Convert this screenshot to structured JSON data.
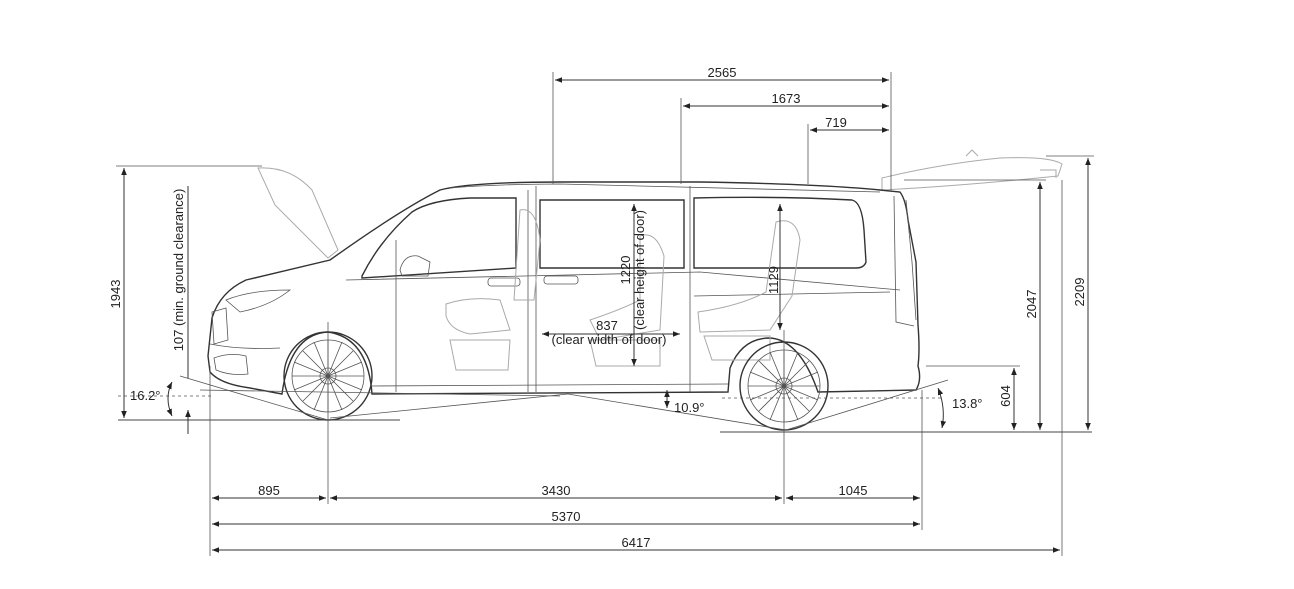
{
  "top_dimensions": {
    "d2565": "2565",
    "d1673": "1673",
    "d719": "719"
  },
  "vertical_dimensions": {
    "d1943": "1943",
    "ground_clearance": "107  (min. ground clearance)",
    "d2047": "2047",
    "d2209": "2209",
    "d604": "604"
  },
  "door": {
    "clear_height_value": "1220",
    "clear_height_label": "(clear height of door)",
    "clear_width_value": "837",
    "clear_width_label": "(clear width of door)",
    "d1129": "1129"
  },
  "angles": {
    "front": "16.2°",
    "ramp": "10.9°",
    "rear": "13.8°"
  },
  "bottom_dimensions": {
    "front_overhang": "895",
    "wheelbase": "3430",
    "rear_overhang": "1045",
    "d5370": "5370",
    "overall_length": "6417"
  }
}
